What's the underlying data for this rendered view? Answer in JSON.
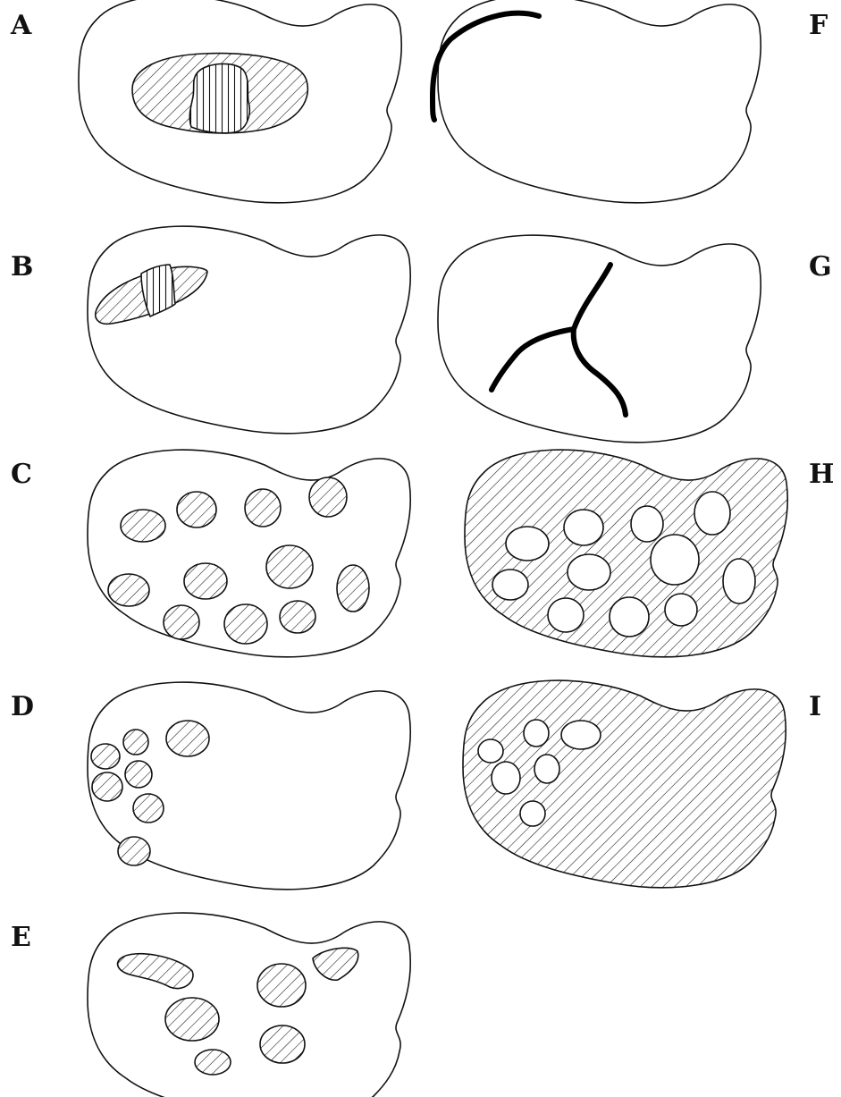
{
  "panels": {
    "A": {
      "label": "A"
    },
    "B": {
      "label": "B"
    },
    "C": {
      "label": "C"
    },
    "D": {
      "label": "D"
    },
    "E": {
      "label": "E"
    },
    "F": {
      "label": "F"
    },
    "G": {
      "label": "G"
    },
    "H": {
      "label": "H"
    },
    "I": {
      "label": "I"
    }
  },
  "colors": {
    "ink": "#111111",
    "paper": "#ffffff"
  }
}
